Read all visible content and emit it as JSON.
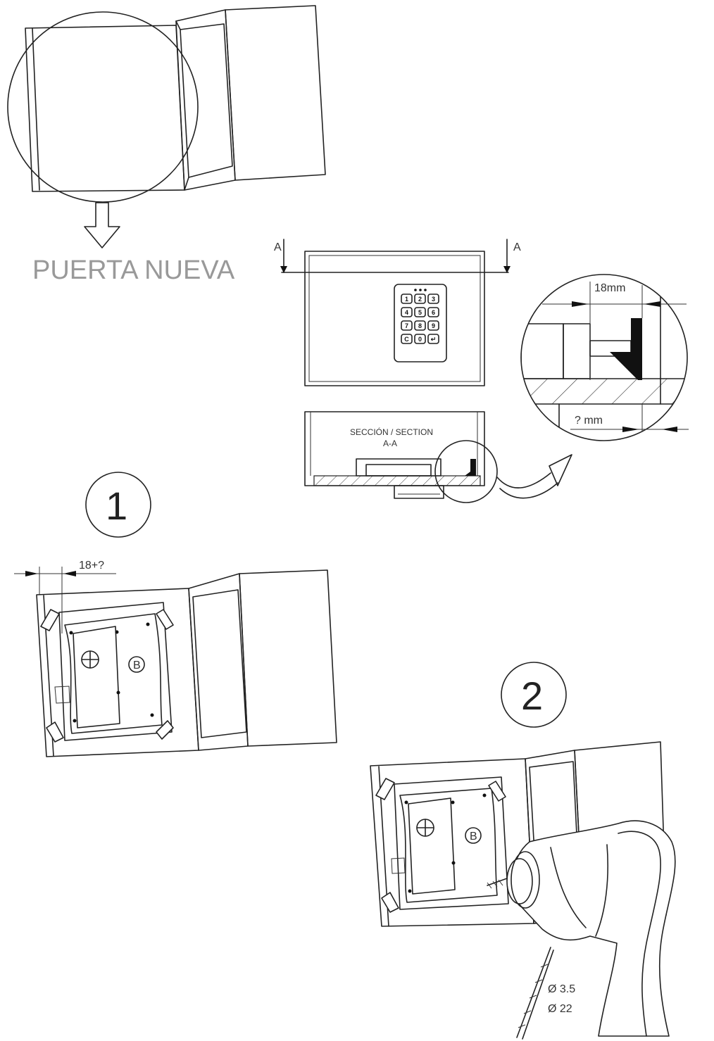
{
  "labels": {
    "new_door": "PUERTA NUEVA",
    "section_title": "SECCIÓN / SECTION",
    "section_name": "A-A",
    "cut_left": "A",
    "cut_right": "A",
    "dim_18mm": "18mm",
    "dim_unknown": "? mm",
    "dim_offset": "18+?",
    "mark_b1": "B",
    "mark_b2": "B",
    "drill_small": "Ø 3.5",
    "drill_large": "Ø 22"
  },
  "steps": [
    "1",
    "2"
  ],
  "keypad": [
    "1",
    "2",
    "3",
    "4",
    "5",
    "6",
    "7",
    "8",
    "9",
    "C",
    "0",
    "↵"
  ]
}
